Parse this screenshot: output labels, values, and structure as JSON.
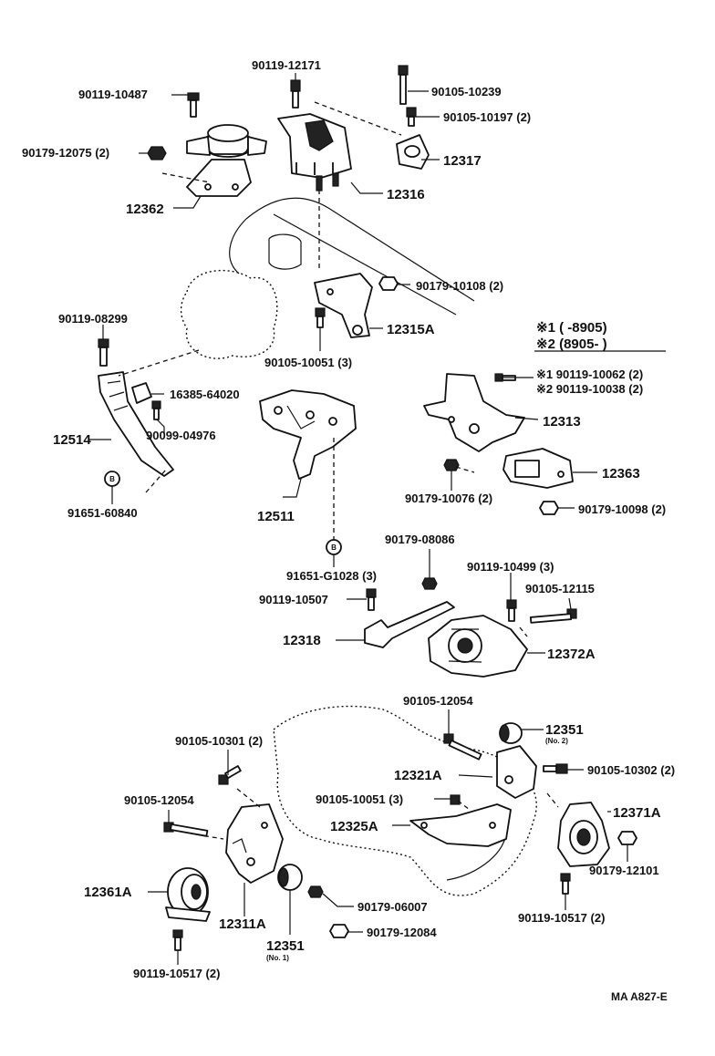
{
  "labels": {
    "p90119_12171": "90119-12171",
    "p90119_10487": "90119-10487",
    "p90105_10239": "90105-10239",
    "p90105_10197": "90105-10197 (2)",
    "p90179_12075": "90179-12075 (2)",
    "p12317": "12317",
    "p12316": "12316",
    "p12362": "12362",
    "p90179_10108": "90179-10108 (2)",
    "p90119_08299": "90119-08299",
    "p12315A": "12315A",
    "p90105_10051_3": "90105-10051 (3)",
    "note1": "※1 (        -8905)",
    "note2": "※2 (8905-        )",
    "p16385_64020": "16385-64020",
    "p90119_10062": "※1 90119-10062 (2)",
    "p90119_10038": "※2 90119-10038 (2)",
    "p90099_04976": "90099-04976",
    "p12514": "12514",
    "p12313": "12313",
    "p12363": "12363",
    "p90179_10076": "90179-10076 (2)",
    "p12511": "12511",
    "p90179_10098": "90179-10098 (2)",
    "p91651_60840": "91651-60840",
    "p90179_08086": "90179-08086",
    "p90119_10499": "90119-10499 (3)",
    "p91651_G1028": "91651-G1028 (3)",
    "p90105_12115": "90105-12115",
    "p90119_10507": "90119-10507",
    "p12318": "12318",
    "p12372A": "12372A",
    "p90105_12054_top": "90105-12054",
    "p12351_top": "12351",
    "no2": "(No. 2)",
    "p90105_10301": "90105-10301 (2)",
    "p90105_10302": "90105-10302 (2)",
    "p12321A": "12321A",
    "p90105_10051_b": "90105-10051 (3)",
    "p12371A": "12371A",
    "p90105_12054_left": "90105-12054",
    "p12325A": "12325A",
    "p90179_12101": "90179-12101",
    "p12361A": "12361A",
    "p12311A": "12311A",
    "p90179_06007": "90179-06007",
    "p90119_10517_r": "90119-10517 (2)",
    "p12351_bot": "12351",
    "no1": "(No. 1)",
    "p90179_12084": "90179-12084",
    "p90119_10517_l": "90119-10517 (2)",
    "callout_B": "B",
    "ref": "MA A827-E"
  }
}
